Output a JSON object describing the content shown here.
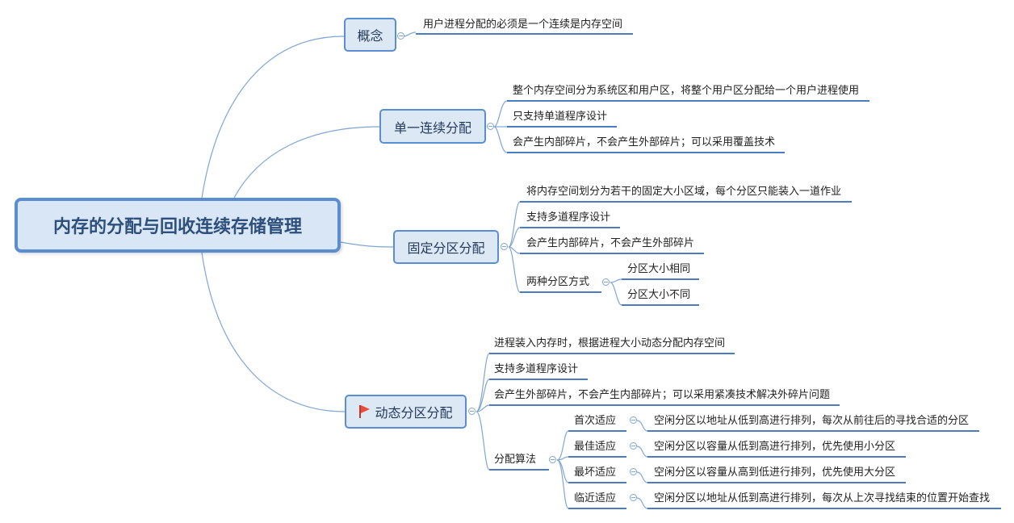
{
  "root": "内存的分配与回收连续存储管理",
  "topics": {
    "concept": "概念",
    "single": "单一连续分配",
    "fixed": "固定分区分配",
    "dynamic": "动态分区分配"
  },
  "concept_items": [
    "用户进程分配的必须是一个连续是内存空间"
  ],
  "single_items": [
    "整个内存空间分为系统区和用户区，将整个用户区分配给一个用户进程使用",
    "只支持单道程序设计",
    "会产生内部碎片，不会产生外部碎片；可以采用覆盖技术"
  ],
  "fixed_items": [
    "将内存空间划分为若干的固定大小区域，每个分区只能装入一道作业",
    "支持多道程序设计",
    "会产生内部碎片，不会产生外部碎片",
    "两种分区方式"
  ],
  "fixed_modes": [
    "分区大小相同",
    "分区大小不同"
  ],
  "dynamic_items": [
    "进程装入内存时，根据进程大小动态分配内存空间",
    "支持多道程序设计",
    "会产生外部碎片，不会产生内部碎片；可以采用紧凑技术解决外碎片问题",
    "分配算法"
  ],
  "algorithms": [
    {
      "name": "首次适应",
      "desc": "空闲分区以地址从低到高进行排列，每次从前往后的寻找合适的分区"
    },
    {
      "name": "最佳适应",
      "desc": "空闲分区以容量从低到高进行排列，优先使用小分区"
    },
    {
      "name": "最坏适应",
      "desc": "空闲分区以容量从高到低进行排列，优先使用大分区"
    },
    {
      "name": "临近适应",
      "desc": "空闲分区以地址从低到高进行排列，每次从上次寻找结束的位置开始查找"
    }
  ]
}
